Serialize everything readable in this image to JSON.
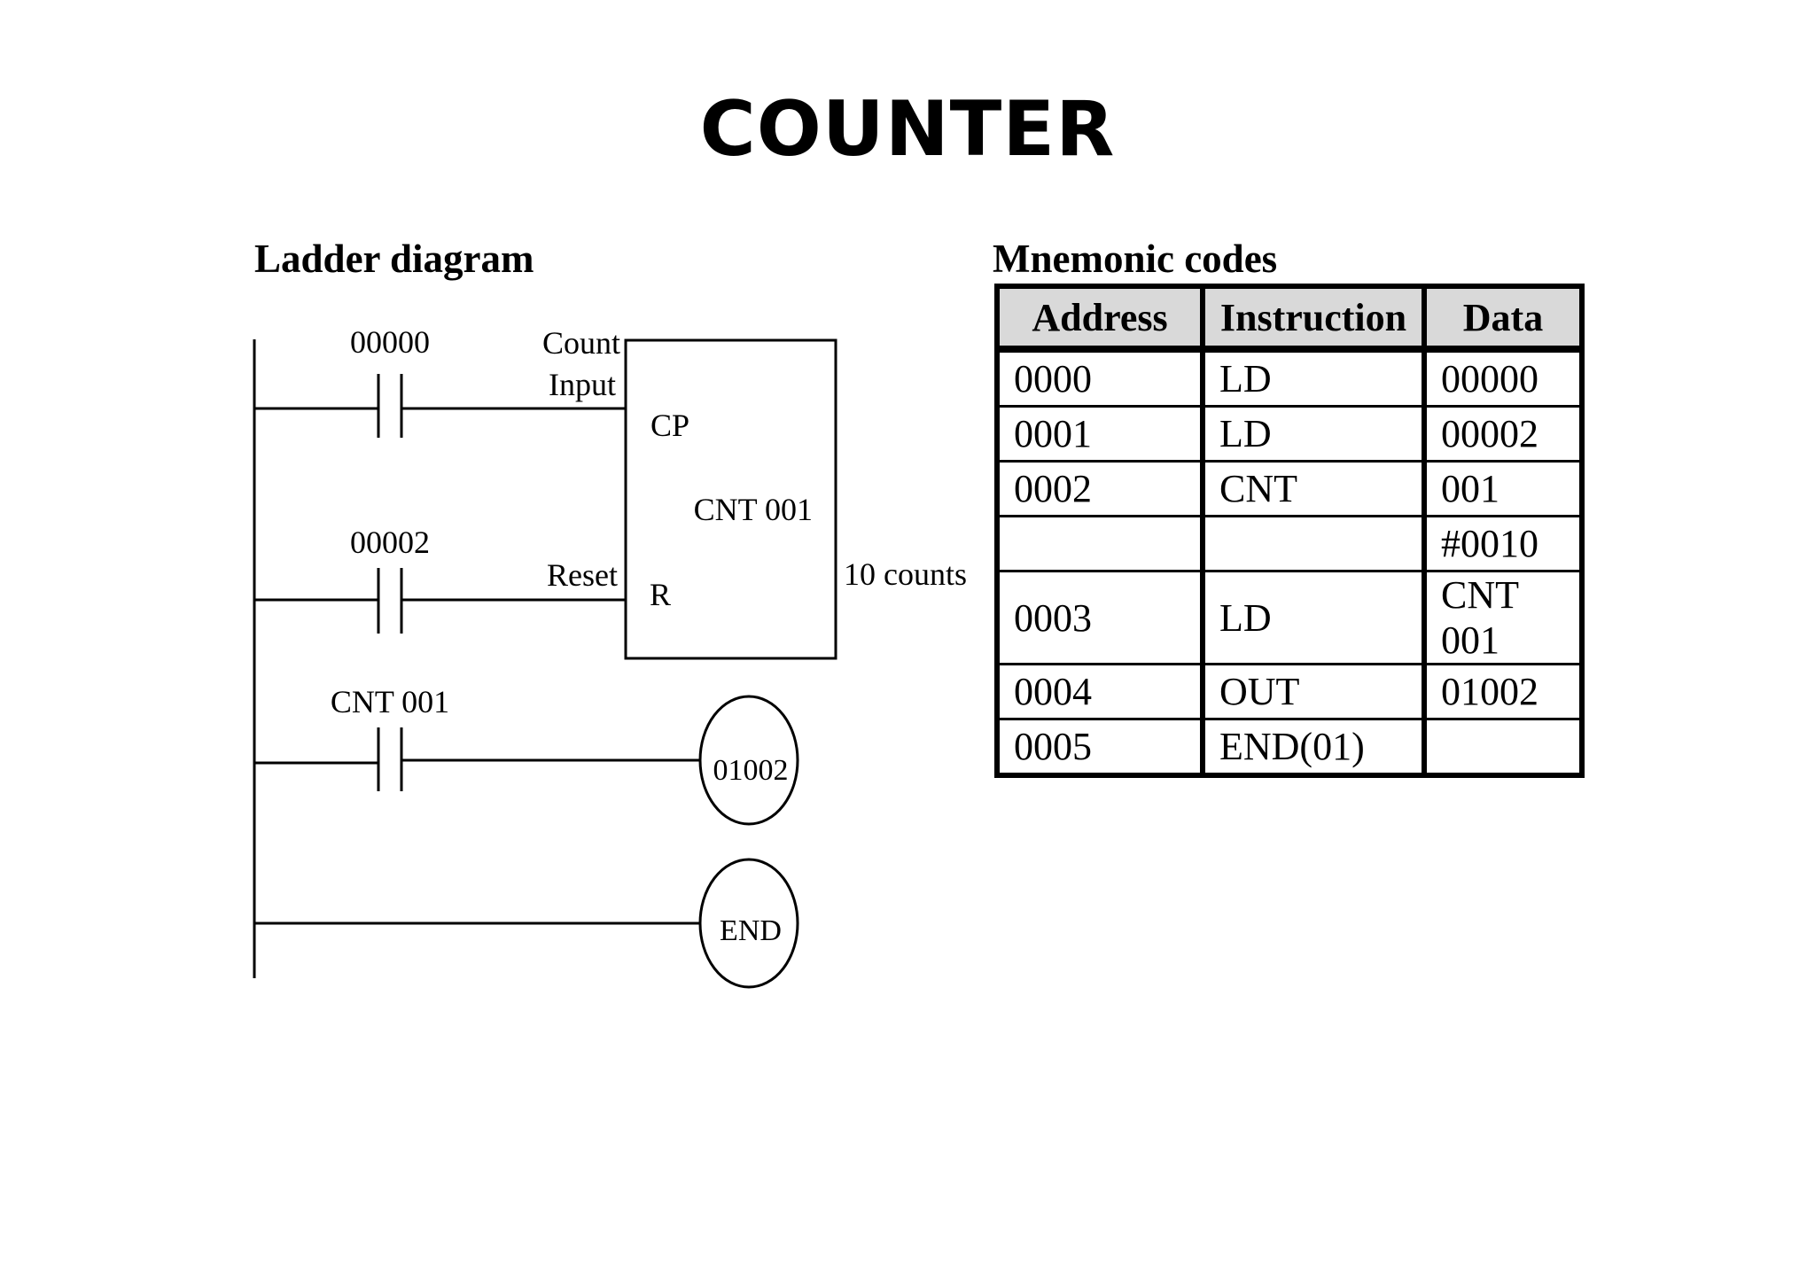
{
  "title": "COUNTER",
  "ladder": {
    "heading": "Ladder diagram",
    "contact_1_label": "00000",
    "contact_2_label": "00002",
    "contact_3_label": "CNT 001",
    "count_label_line1": "Count",
    "count_label_line2": "Input",
    "reset_label": "Reset",
    "cp_label": "CP",
    "r_label": "R",
    "counter_name": "CNT 001",
    "preset_label": "10 counts",
    "output_coil": "01002",
    "end_coil": "END"
  },
  "mnemonic": {
    "heading": "Mnemonic codes",
    "columns": [
      "Address",
      "Instruction",
      "Data"
    ],
    "rows": [
      [
        "0000",
        "LD",
        "00000"
      ],
      [
        "0001",
        "LD",
        "00002"
      ],
      [
        "0002",
        "CNT",
        "001"
      ],
      [
        "",
        "",
        "#0010"
      ],
      [
        "0003",
        "LD",
        "CNT 001"
      ],
      [
        "0004",
        "OUT",
        "01002"
      ],
      [
        "0005",
        "END(01)",
        ""
      ]
    ]
  }
}
